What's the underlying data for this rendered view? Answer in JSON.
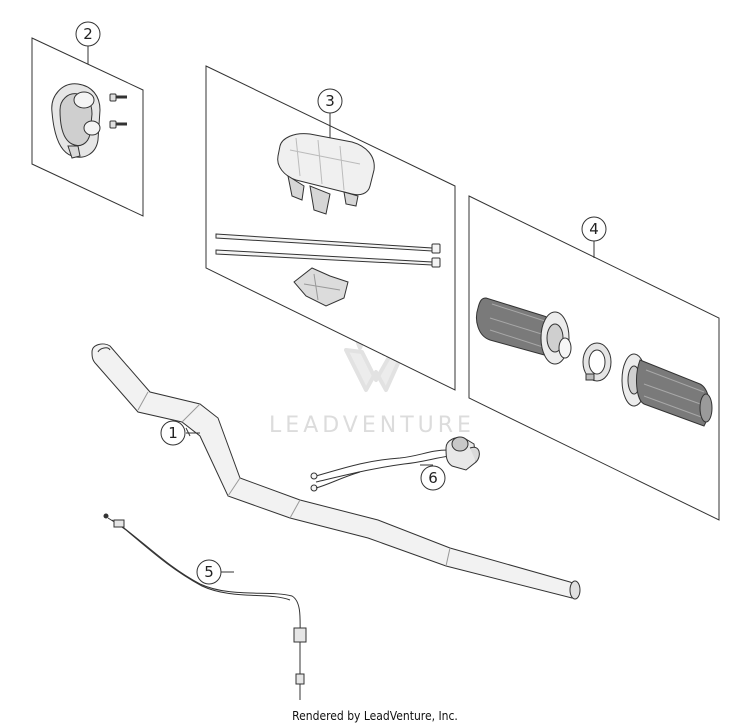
{
  "watermark": {
    "brand": "LEADVENTURE"
  },
  "callouts": [
    {
      "id": "1",
      "label": "1"
    },
    {
      "id": "2",
      "label": "2"
    },
    {
      "id": "3",
      "label": "3"
    },
    {
      "id": "4",
      "label": "4"
    },
    {
      "id": "5",
      "label": "5"
    },
    {
      "id": "6",
      "label": "6"
    }
  ],
  "footer": {
    "credit": "Rendered by LeadVenture, Inc."
  },
  "colors": {
    "line": "#333333",
    "part_fill": "#f2f2f2",
    "part_shade": "#bdbdbd",
    "grip_dark": "#6a6a6a",
    "watermark": "#dcdcdc"
  }
}
